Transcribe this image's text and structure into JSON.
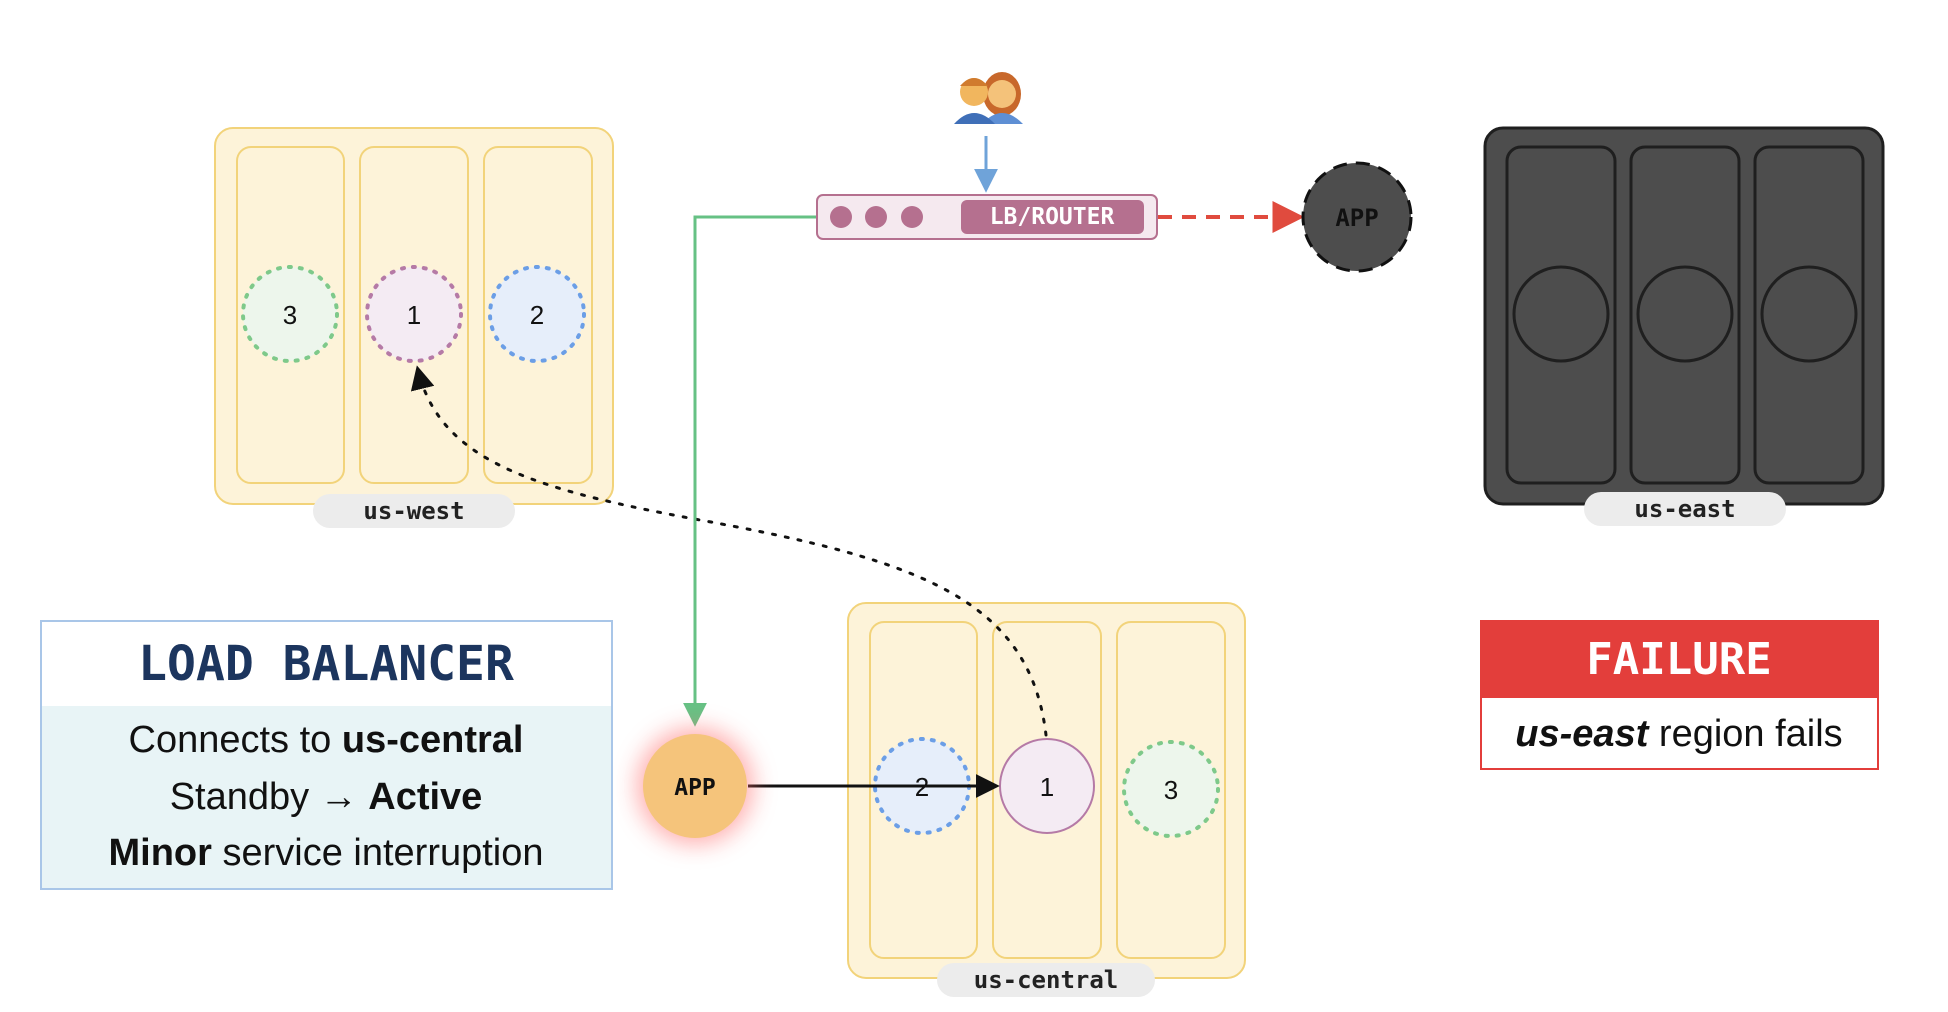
{
  "colors": {
    "region_fill": "#fdf3d9",
    "region_stroke": "#f2d37a",
    "down_fill": "#4d4d4d",
    "down_stroke": "#1f1f1f",
    "lb_accent": "#b5708f",
    "lb_fill": "#f5e9ef",
    "green_link": "#66c184",
    "user_link": "#6fa3d9",
    "failed_link": "#e04b3e",
    "app_active": "#f5c47b",
    "app_glow": "#ff6b6b",
    "title_navy": "#1c355e",
    "info_border": "#a9c6e8",
    "info_fill": "#e8f4f6",
    "failure_red": "#e33e3b",
    "replica_green": "#edf6ec",
    "replica_pink": "#f4ebf3",
    "replica_blue": "#e6eefa",
    "dot_green": "#7ec98a",
    "dot_pink": "#b57aa6",
    "dot_blue": "#6b9ee6"
  },
  "users": {
    "icon": "users-icon"
  },
  "load_balancer": {
    "label": "LB/ROUTER",
    "lights": [
      "indicator-light",
      "indicator-light",
      "indicator-light"
    ]
  },
  "failed_app": {
    "label": "APP"
  },
  "active_app": {
    "label": "APP"
  },
  "regions": {
    "west": {
      "name": "us-west",
      "replicas": [
        "3",
        "1",
        "2"
      ]
    },
    "east": {
      "name": "us-east",
      "replicas": [
        "",
        "",
        ""
      ]
    },
    "central": {
      "name": "us-central",
      "replicas": [
        "2",
        "1",
        "3"
      ]
    }
  },
  "info_panel": {
    "title": "LOAD BALANCER",
    "line1_text": "Connects to ",
    "line1_bold": "us-central",
    "line2_text": "Standby → ",
    "line2_bold": "Active",
    "line3_bold": "Minor",
    "line3_text": " service interruption"
  },
  "failure_panel": {
    "title": "FAILURE",
    "italic": "us-east",
    "text": " region fails"
  }
}
